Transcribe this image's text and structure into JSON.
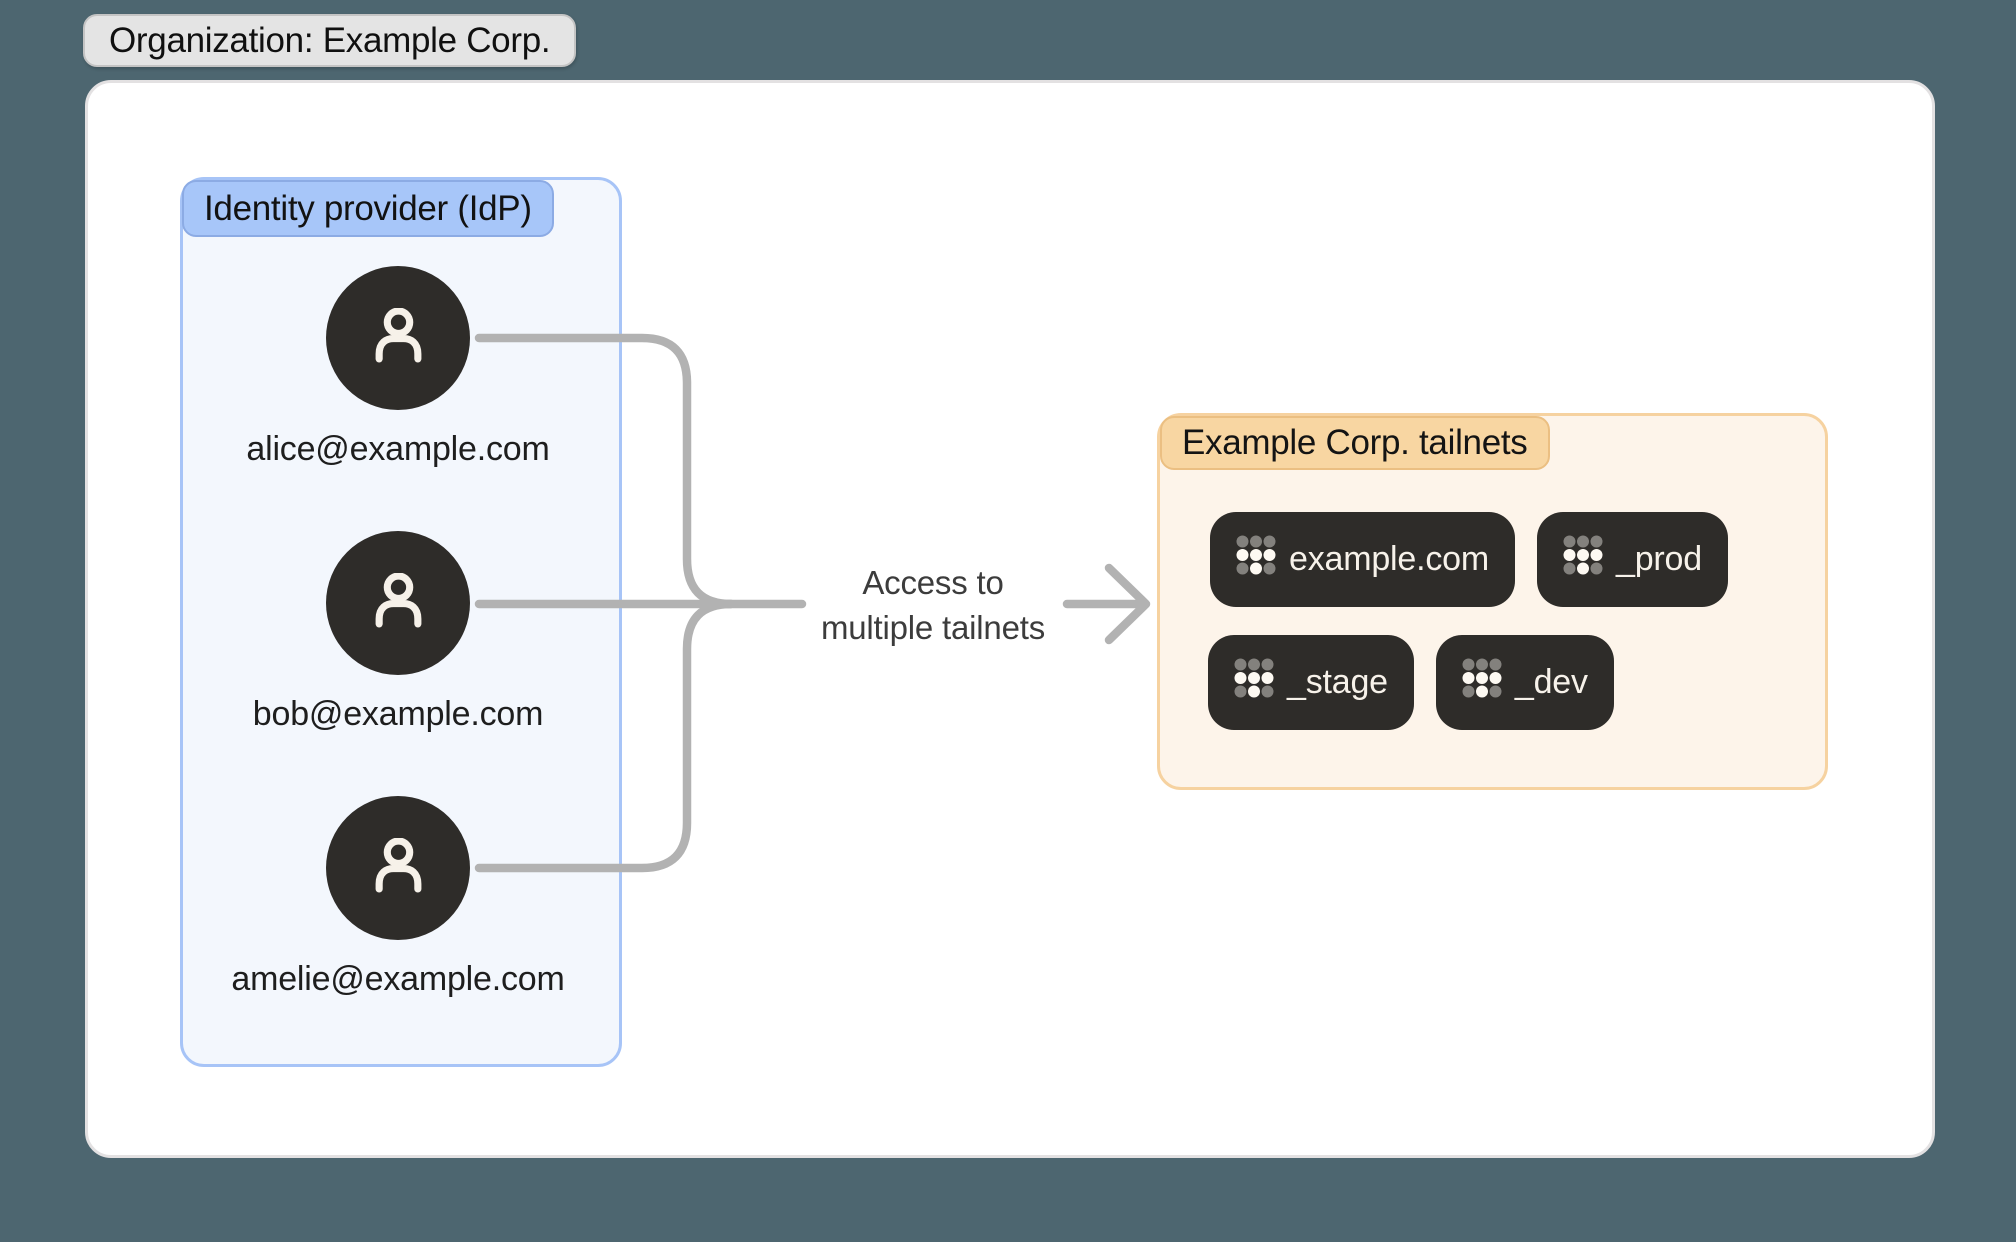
{
  "organization_badge": {
    "label": "Organization: Example Corp."
  },
  "idp_panel": {
    "title": "Identity provider (IdP)",
    "users": [
      {
        "email": "alice@example.com"
      },
      {
        "email": "bob@example.com"
      },
      {
        "email": "amelie@example.com"
      }
    ]
  },
  "connector": {
    "label_line1": "Access to",
    "label_line2": "multiple tailnets"
  },
  "tailnets_panel": {
    "title": "Example Corp. tailnets",
    "tailnets": [
      {
        "name": "example.com"
      },
      {
        "name": "_prod"
      },
      {
        "name": "_stage"
      },
      {
        "name": "_dev"
      }
    ]
  },
  "icons": {
    "avatar": "person-icon",
    "tailnet_logo": "tailscale-logo-icon",
    "arrow": "arrow-right-icon"
  },
  "colors": {
    "page_background": "#4d6670",
    "card_background": "#ffffff",
    "idp_panel_fill": "#f3f7fd",
    "idp_panel_border": "#a7c4f7",
    "idp_title_fill": "#a7c6f9",
    "tailnets_panel_fill": "#fdf4ea",
    "tailnets_panel_border": "#f6d2a0",
    "tailnets_title_fill": "#f8d6a2",
    "dark_shape": "#2e2c29",
    "connector_gray": "#b2b2b2",
    "org_badge_fill": "#e4e4e4"
  }
}
